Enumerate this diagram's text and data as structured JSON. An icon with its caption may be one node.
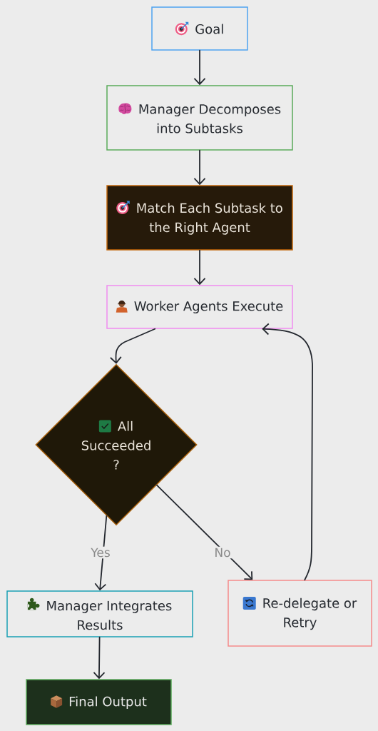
{
  "diagram": {
    "nodes": [
      {
        "text": [
          "Goal"
        ]
      },
      {
        "text": [
          "Manager Decomposes into Subtasks"
        ]
      },
      {
        "text": [
          "Match Each Subtask to the Right Agent"
        ]
      },
      {
        "text": [
          "Worker Agents Execute"
        ]
      },
      {
        "text": [
          "All Succeeded ?"
        ]
      },
      {
        "text": [
          "Manager Integrates Results"
        ]
      },
      {
        "text": [
          "Re-delegate or Retry"
        ]
      },
      {
        "text": [
          "Final Output"
        ]
      }
    ],
    "edges": [
      {
        "from": 0,
        "to": 1,
        "arrow": "to"
      },
      {
        "from": 1,
        "to": 2,
        "arrow": "to"
      },
      {
        "from": 2,
        "to": 3,
        "arrow": "to"
      },
      {
        "from": 3,
        "to": 4,
        "arrow": "to"
      },
      {
        "from": 4,
        "to": 5,
        "arrow": "to",
        "label": "Yes"
      },
      {
        "from": 4,
        "to": 6,
        "arrow": "to",
        "label": "No"
      },
      {
        "from": 6,
        "to": 3,
        "arrow": "to"
      },
      {
        "from": 5,
        "to": 7,
        "arrow": "to"
      }
    ]
  }
}
